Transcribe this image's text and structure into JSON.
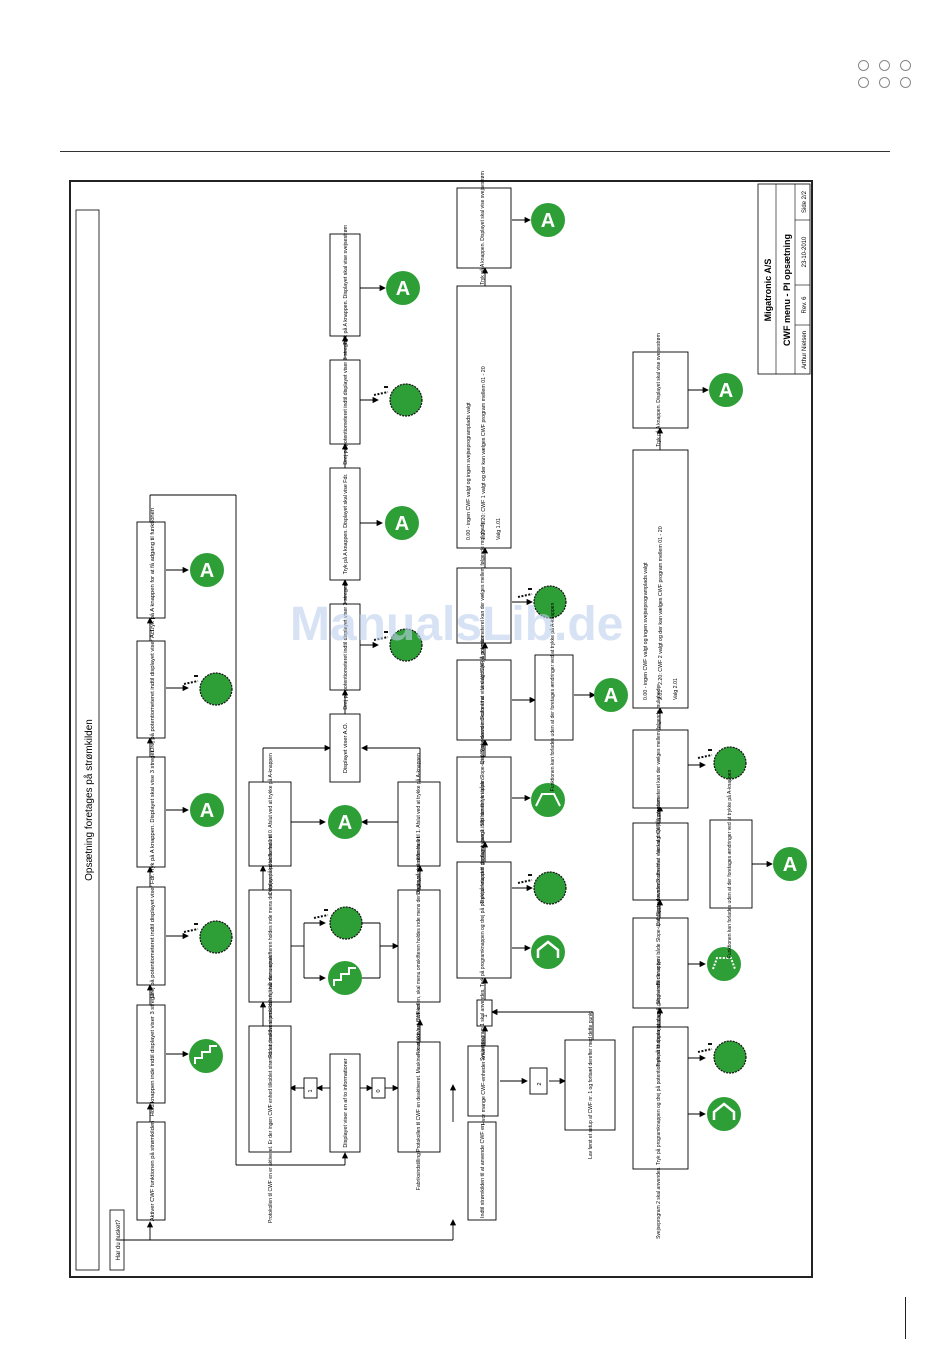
{
  "title": "Opsætning foretages på strømkilden",
  "start": "Har du husket?",
  "titleblock": {
    "company": "Migatronic A/S",
    "doc_title": "CWF menu - PI opsætning",
    "author": "Arthur Nielsen",
    "rev": "Rev. 6",
    "date": "23-10-2010",
    "page": "Side 2/2"
  },
  "watermark": "ManualsLib.de",
  "boxes": {
    "b1": "Aktiver CWF funktionen på strømkilden",
    "b2": "Hold knappen inde indtil displayet viser 3 streger",
    "b3": "Drej på potentiometeret indtil displayet viser Fdr.",
    "b4": "Tryk på A knappen. Displayet skal vise 3 streger",
    "b5": "Drej på potentiometeret indtil displayet viser Act.",
    "b6": "Tryk på A knappen for at få adgang til funktionen",
    "c1": "Protokollen til CWF en er aktiveret. Er der ingen CWF enhed tilkoblet strømkilden, melder strømkilden fejl når der svejses",
    "c2": "For at deaktivere protokollen, skal menu omskifteren holdes inde mens der drejes på potentiometeret",
    "c3": "Displayet skal skifte fra 1 til 0. Afslut ved at trykke på A-knappen",
    "c4": "Displayet viser en af to informationer",
    "c5": "Fabriksindstilling Protokollen til CWF en deaktiveret. Maskinen kan ikke 'se' CWF en",
    "c6": "For at aktivere protokollen, skal menu omskifteren holdes inde mens der drejes på potentiometeret",
    "c7": "Displayet skal skifte fra 0 til 1. Afslut ved at trykke på A-knappen",
    "c8": "Displayet viser A.O.",
    "c9": "Drej på potentiometeret indtil displayet viser 3 streger",
    "c10": "Tryk på A knappen. Displayet skal vise Fdr.",
    "c11": "Drej på potentiometeret indtil displayet viser 3 streger",
    "c12": "Tryk på A knappen. Displayet skal vise svejsestrøm",
    "d1": "Indtil strømkilden til at anvende CWF en",
    "d2": "Hvor mange CWF-enheder anvendes",
    "d3": "Lav først et setup af CWF nr. 1 og fortsæt derefter med dette punkt",
    "d4": "Svejseprogram 1 skal anvendes. Tryk på programknappen og drej på potentiometeret til displayet viser 1. Slip herefter knappen",
    "d5": "Tryk på knappen gentagne gange indtil der er lys i både Slope-up & Slope-down indikatorerne",
    "d6": "Displayet anvender 3 cifre til at vise valgt CWF & program",
    "d7": "Ved at dreje på potentiometeret kan der vælges mellem følgende muligheder",
    "d8": "Funktionen kan forlades uden at der foretages ændringer ved at trykke på A-knappen",
    "d9": "Tryk på A knappen. Displayet skal vise svejsestrøm",
    "e1": "Svejseprogram 2 skal anvendes. Tryk på programknappen og drej på potentiometeret til displayet viser 2. Slip herefter knappen",
    "e2": "Tryk på knappen gentagne gange indtil der er lys i både Slope-up & Slope-down indikatorerne",
    "e3": "Displayet anvender 3 cifre til at vise valgt CWF & program",
    "e4": "Ved at dreje på potentiometeret kan der vælges mellem følgende muligheder",
    "e5": "Funktionen kan forlades uden at der foretages ændringer ved at trykke på A-knappen",
    "e6": "Tryk på A knappen. Displayet skal vise svejsestrøm"
  },
  "options1": [
    "0.00 - ingen CWF valgt og ingen svejseprogramplads valgt",
    "1.01 - 1.20: CWF 1 valgt og der kan vælges CWF program mellem 01 - 20",
    "Valg 1.01"
  ],
  "options2": [
    "0.00 - ingen CWF valgt og ingen svejseprogramplads valgt",
    "2.01 - 2.20: CWF 2 valgt og der kan vælges CWF program mellem 01 - 20",
    "Valg 2.01"
  ],
  "labels": {
    "one": "1",
    "zero": "0",
    "two": "2",
    "a": "A"
  }
}
